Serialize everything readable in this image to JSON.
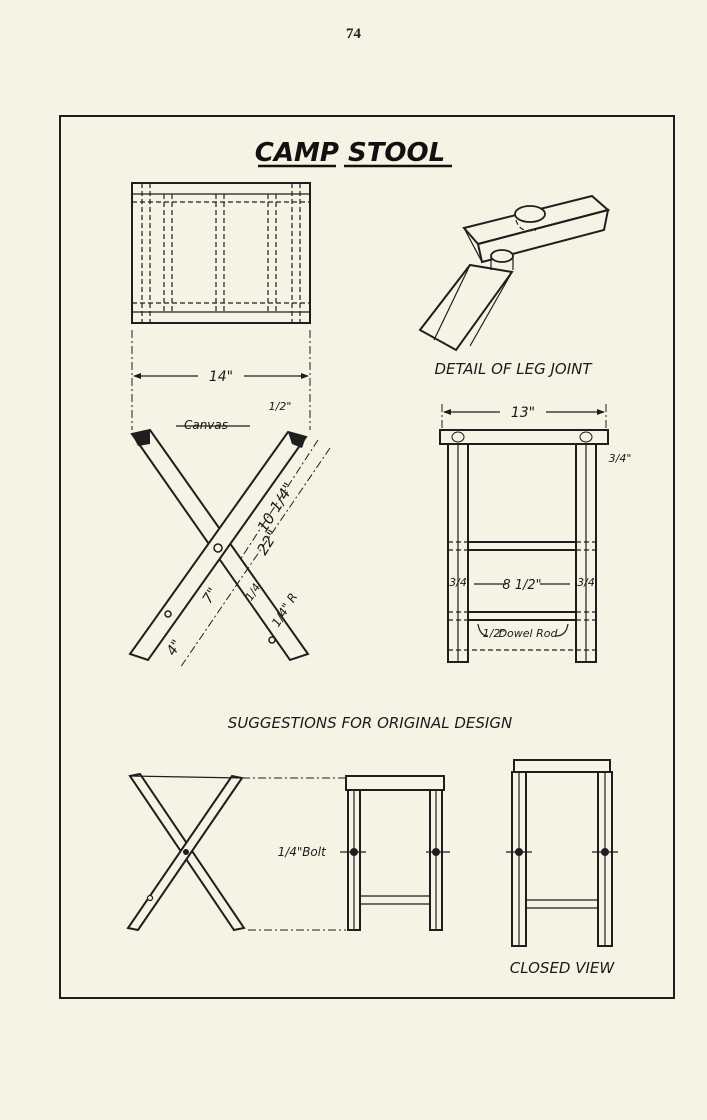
{
  "page_number": "74",
  "title": "CAMP STOOL",
  "labels": {
    "detail_leg_joint": "DETAIL OF LEG JOINT",
    "canvas": "Canvas",
    "suggestions": "SUGGESTIONS FOR ORIGINAL DESIGN",
    "closed_view": "CLOSED VIEW",
    "bolt": "Bolt",
    "dowel_rod": "Dowel Rod"
  },
  "dimensions": {
    "top_width": "14\"",
    "front_width": "13\"",
    "canvas_thickness": "1/2\"",
    "upper_leg": "10 1/4\"",
    "leg_length": "22\"",
    "lower_a": "7\"",
    "lower_b": "4\"",
    "small_quarter": "1/4",
    "radius": "1/4\" R",
    "rail_thickness": "3/4\"",
    "leg_width_a": "3/4",
    "leg_width_b": "3/4",
    "inner_width": "8 1/2\"",
    "dowel": "1/2\"",
    "bolt": "1/4\""
  }
}
